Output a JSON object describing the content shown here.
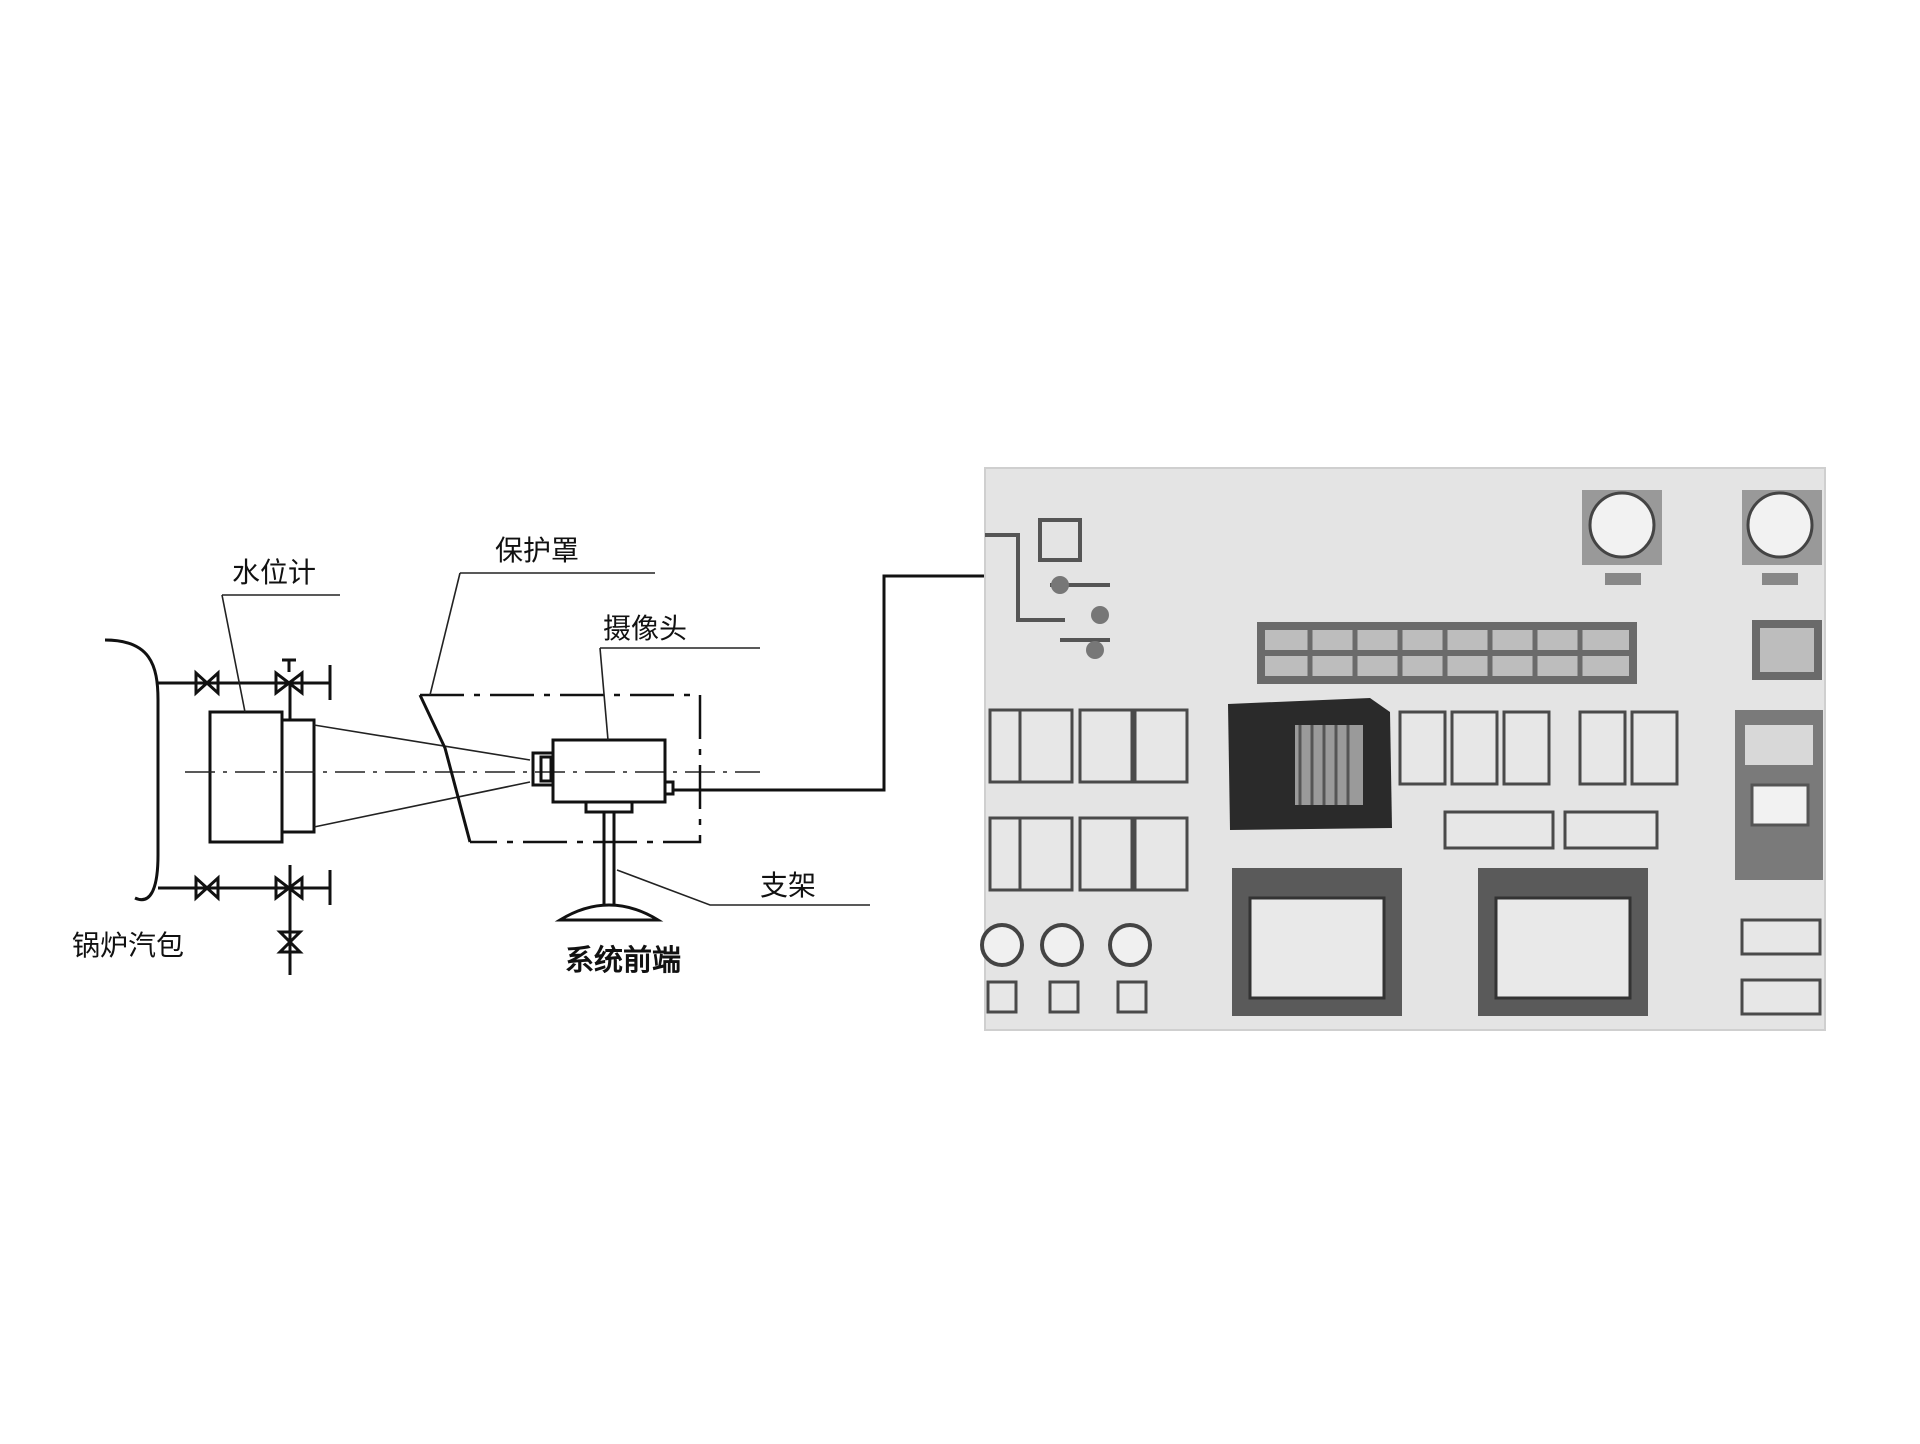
{
  "diagram": {
    "labels": {
      "boiler_drum": "锅炉汽包",
      "water_gauge": "水位计",
      "protective_cover": "保护罩",
      "camera": "摄像头",
      "bracket": "支架",
      "system_front_end": "系统前端"
    }
  },
  "colors": {
    "line": "#111111",
    "panel_background": "#e7e7e7",
    "panel_dark": "#2a2a2a"
  },
  "icons": [
    "valve-icon",
    "dial-gauge-icon",
    "monitor-screen-icon"
  ]
}
